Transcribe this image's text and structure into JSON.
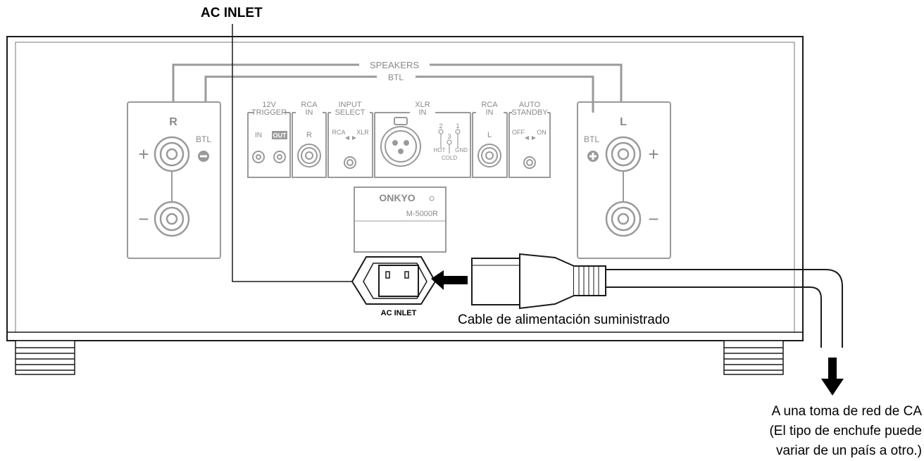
{
  "callout": {
    "ac_inlet": "AC INLET"
  },
  "panel": {
    "speakers": "SPEAKERS",
    "btl": "BTL",
    "right_channel": "R",
    "left_channel": "L",
    "btl_right": "BTL",
    "btl_left": "BTL",
    "plus": "+",
    "minus": "−",
    "trigger_title_1": "12V",
    "trigger_title_2": "TRIGGER",
    "trigger_in": "IN",
    "trigger_out": "OUT",
    "rca_in_right_title_1": "RCA",
    "rca_in_right_title_2": "IN",
    "rca_in_right_channel": "R",
    "input_select_title_1": "INPUT",
    "input_select_title_2": "SELECT",
    "input_select_rca": "RCA",
    "input_select_xlr": "XLR",
    "xlr_title_1": "XLR",
    "xlr_title_2": "IN",
    "xlr_pin_1": "1",
    "xlr_pin_2": "2",
    "xlr_pin_3": "3",
    "xlr_hot": "HOT",
    "xlr_cold": "COLD",
    "xlr_gnd": "GND",
    "rca_in_left_title_1": "RCA",
    "rca_in_left_title_2": "IN",
    "rca_in_left_channel": "L",
    "auto_standby_title_1": "AUTO",
    "auto_standby_title_2": "STANDBY",
    "auto_standby_off": "OFF",
    "auto_standby_on": "ON",
    "brand": "ONKYO",
    "model": "M-5000R",
    "ac_inlet_small": "AC INLET"
  },
  "cable_label": "Cable de alimentación suministrado",
  "destination": {
    "line1": "A una toma de red de CA",
    "line2": "(El tipo de enchufe puede",
    "line3": "variar de un país a otro.)"
  },
  "colors": {
    "outline": "#1a1a1a",
    "panel_gray": "#9a9a9a",
    "text_gray": "#8a8a8a"
  }
}
